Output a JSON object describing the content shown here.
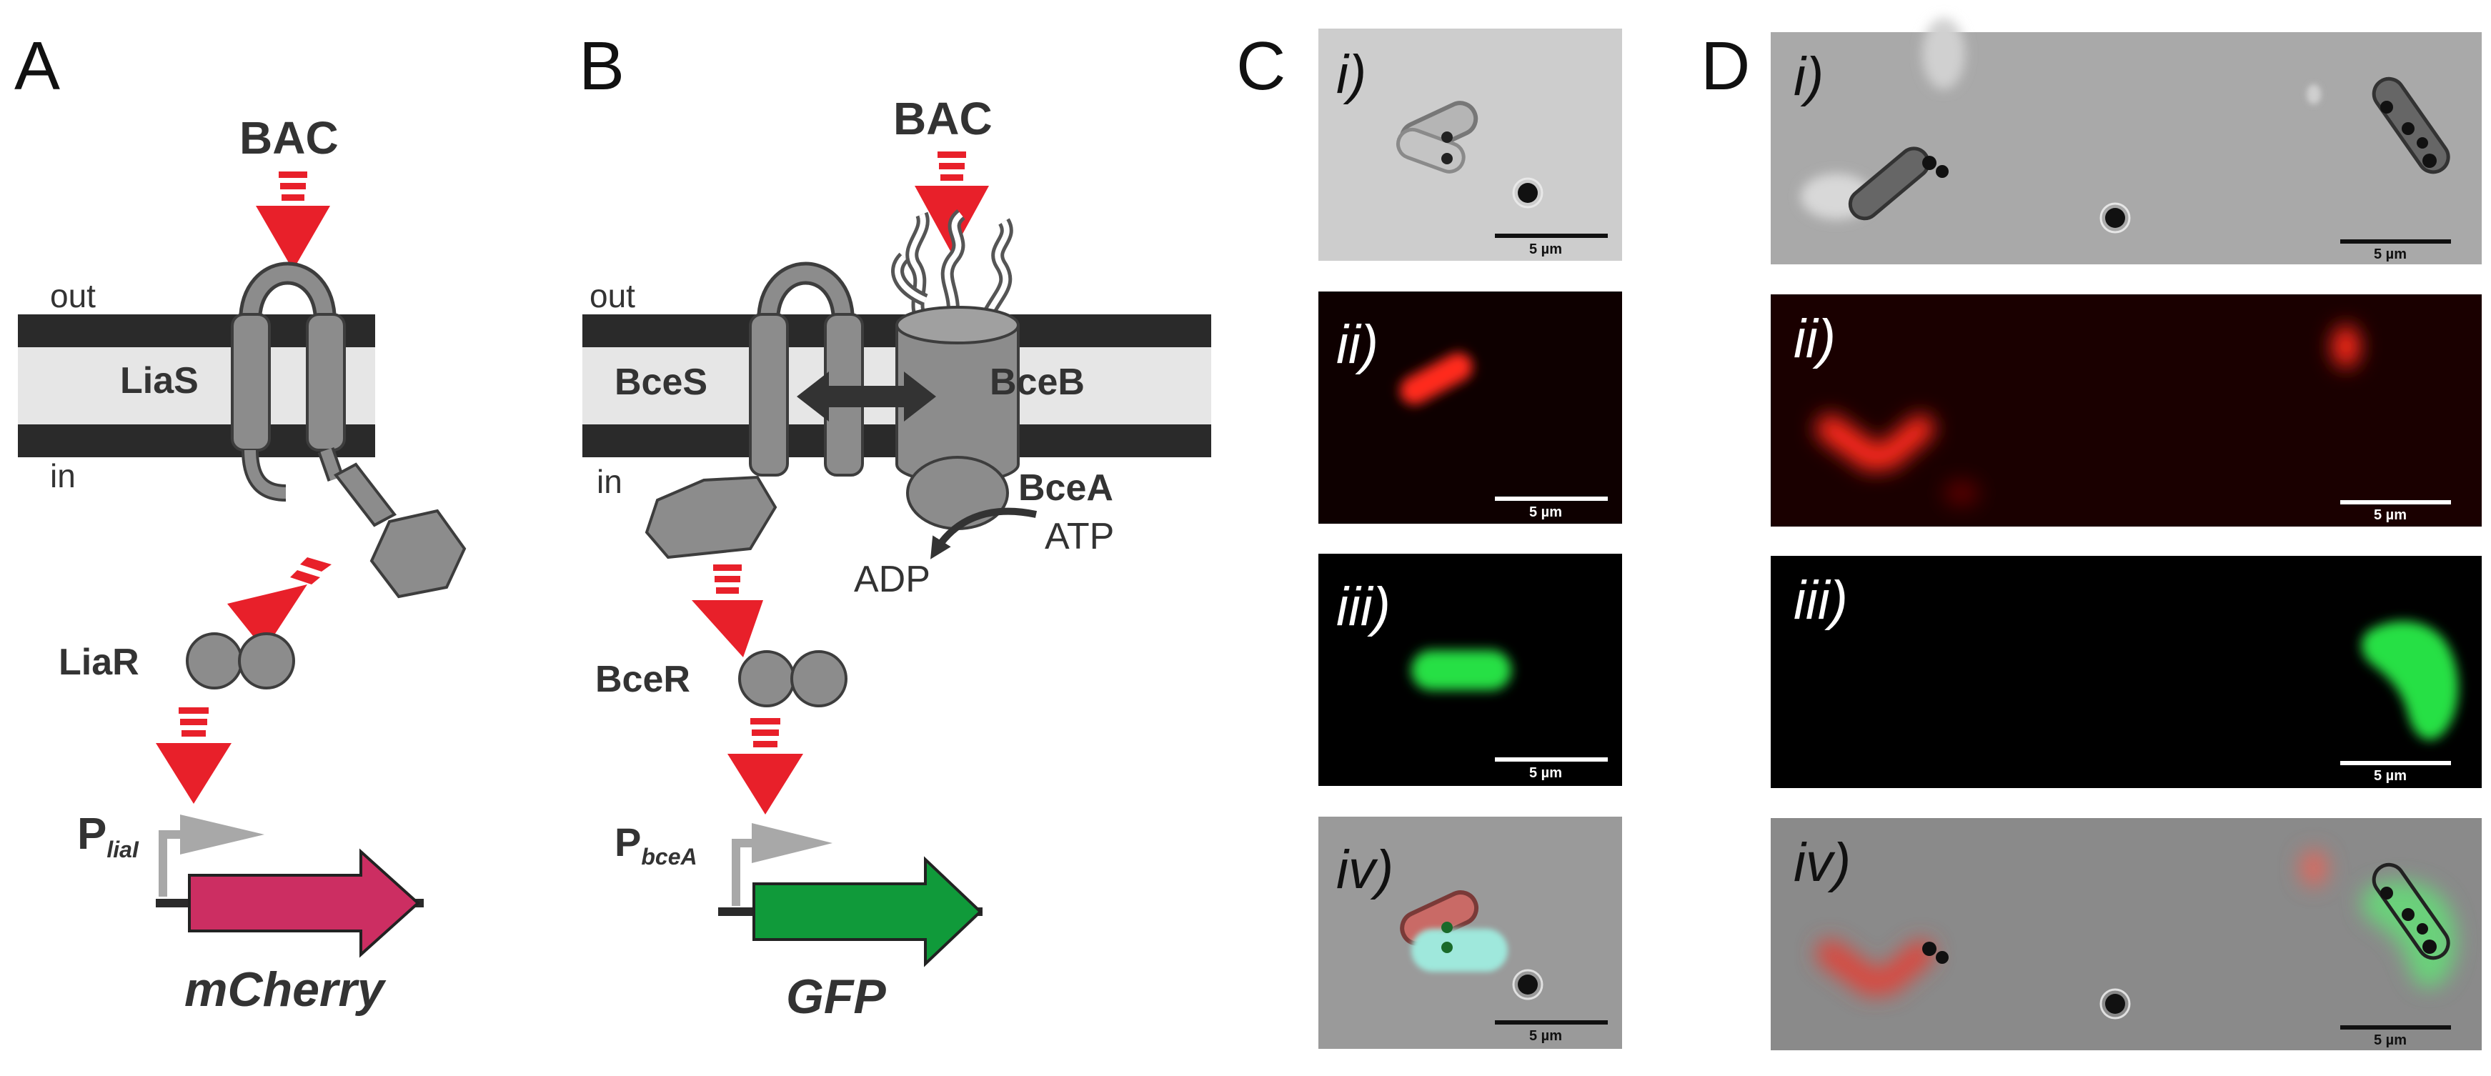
{
  "panels": {
    "a": "A",
    "b": "B",
    "c": "C",
    "d": "D"
  },
  "panel_a": {
    "signal": "BAC",
    "out": "out",
    "in": "in",
    "sensor": "LiaS",
    "regulator": "LiaR",
    "promoter_main": "P",
    "promoter_sub": "liaI",
    "reporter": "mCherry"
  },
  "panel_b": {
    "signal": "BAC",
    "out": "out",
    "in": "in",
    "sensor": "BceS",
    "transporter": "BceB",
    "atpase": "BceA",
    "atp": "ATP",
    "adp": "ADP",
    "regulator": "BceR",
    "promoter_main": "P",
    "promoter_sub": "bceA",
    "reporter": "GFP"
  },
  "micro_rows": [
    "i)",
    "ii)",
    "iii)",
    "iv)"
  ],
  "scale_bar": "5 µm",
  "colors": {
    "arrow": "#e8202a",
    "mcherry": "#cc2e62",
    "gfp": "#109a3a",
    "protein": "#8c8c8c",
    "membrane": "#2a2a2a"
  }
}
